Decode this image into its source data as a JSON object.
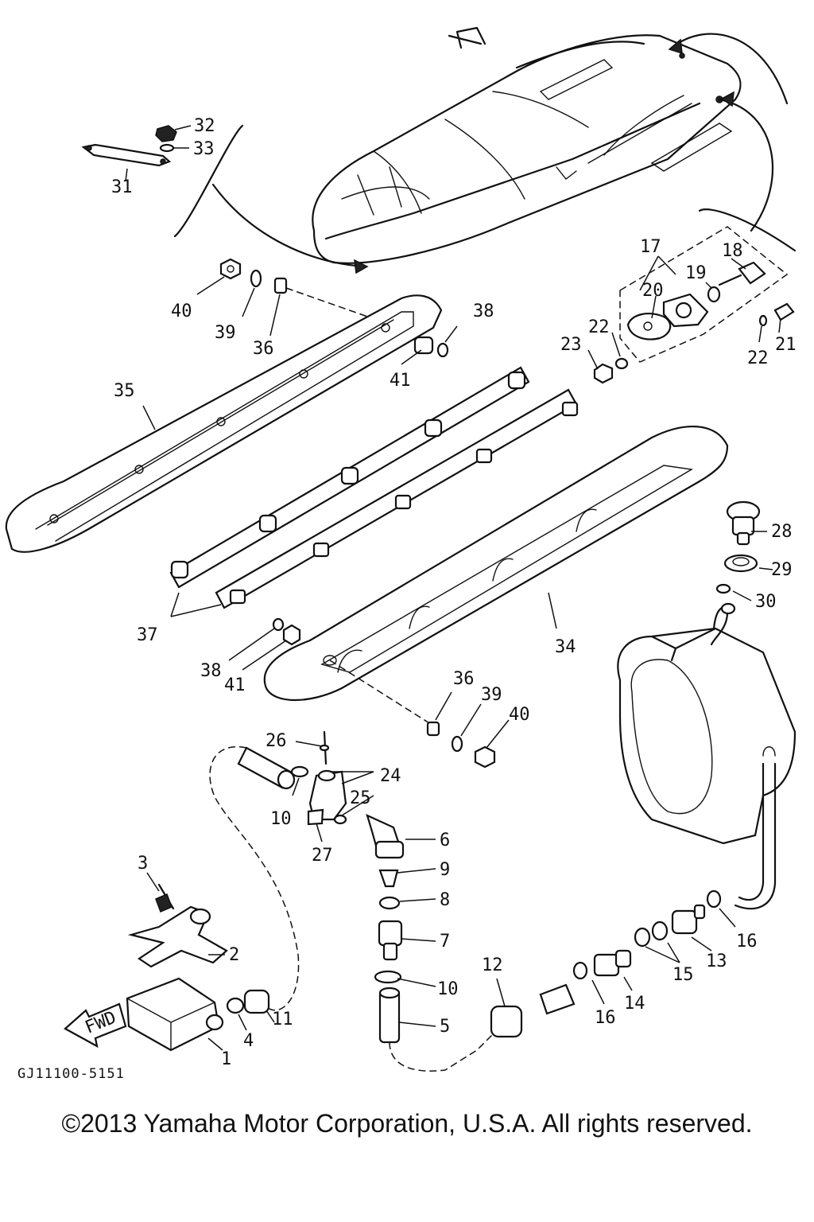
{
  "diagram": {
    "callouts": [
      {
        "id": "c1",
        "text": "1"
      },
      {
        "id": "c2",
        "text": "2"
      },
      {
        "id": "c3",
        "text": "3"
      },
      {
        "id": "c4",
        "text": "4"
      },
      {
        "id": "c5",
        "text": "5"
      },
      {
        "id": "c6",
        "text": "6"
      },
      {
        "id": "c7",
        "text": "7"
      },
      {
        "id": "c8",
        "text": "8"
      },
      {
        "id": "c9",
        "text": "9"
      },
      {
        "id": "c10a",
        "text": "10"
      },
      {
        "id": "c10b",
        "text": "10"
      },
      {
        "id": "c11",
        "text": "11"
      },
      {
        "id": "c12",
        "text": "12"
      },
      {
        "id": "c13",
        "text": "13"
      },
      {
        "id": "c14",
        "text": "14"
      },
      {
        "id": "c15",
        "text": "15"
      },
      {
        "id": "c16a",
        "text": "16"
      },
      {
        "id": "c16b",
        "text": "16"
      },
      {
        "id": "c17",
        "text": "17"
      },
      {
        "id": "c18",
        "text": "18"
      },
      {
        "id": "c19",
        "text": "19"
      },
      {
        "id": "c20",
        "text": "20"
      },
      {
        "id": "c21",
        "text": "21"
      },
      {
        "id": "c22a",
        "text": "22"
      },
      {
        "id": "c22b",
        "text": "22"
      },
      {
        "id": "c23",
        "text": "23"
      },
      {
        "id": "c24",
        "text": "24"
      },
      {
        "id": "c25",
        "text": "25"
      },
      {
        "id": "c26",
        "text": "26"
      },
      {
        "id": "c27",
        "text": "27"
      },
      {
        "id": "c28",
        "text": "28"
      },
      {
        "id": "c29",
        "text": "29"
      },
      {
        "id": "c30",
        "text": "30"
      },
      {
        "id": "c31",
        "text": "31"
      },
      {
        "id": "c32",
        "text": "32"
      },
      {
        "id": "c33",
        "text": "33"
      },
      {
        "id": "c34",
        "text": "34"
      },
      {
        "id": "c35",
        "text": "35"
      },
      {
        "id": "c36a",
        "text": "36"
      },
      {
        "id": "c36b",
        "text": "36"
      },
      {
        "id": "c37",
        "text": "37"
      },
      {
        "id": "c38a",
        "text": "38"
      },
      {
        "id": "c38b",
        "text": "38"
      },
      {
        "id": "c39a",
        "text": "39"
      },
      {
        "id": "c39b",
        "text": "39"
      },
      {
        "id": "c40a",
        "text": "40"
      },
      {
        "id": "c40b",
        "text": "40"
      },
      {
        "id": "c41a",
        "text": "41"
      },
      {
        "id": "c41b",
        "text": "41"
      }
    ],
    "fwd_label": "FWD",
    "drawing_code": "GJ11100-5151"
  },
  "footer": {
    "copyright": "©2013 Yamaha Motor Corporation, U.S.A. All rights reserved."
  }
}
